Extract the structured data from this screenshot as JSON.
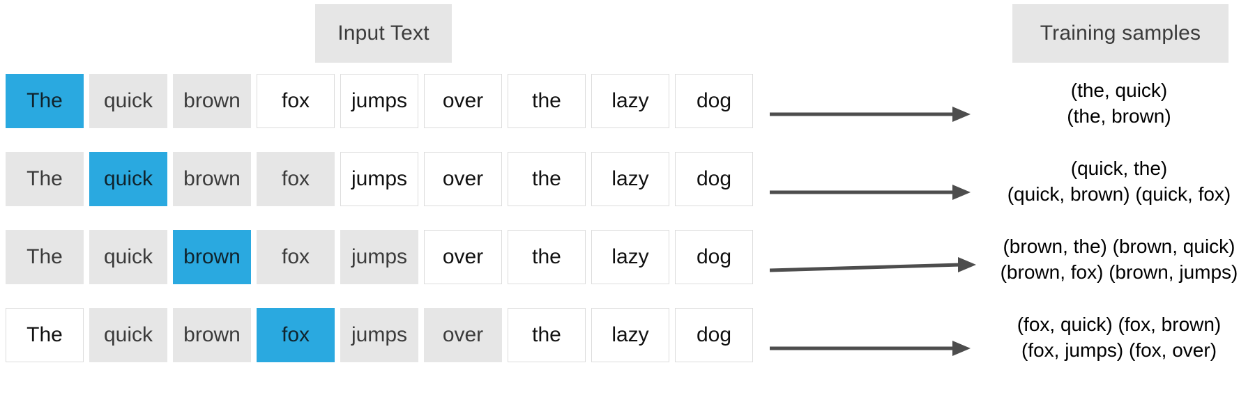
{
  "headers": {
    "input": "Input Text",
    "output": "Training samples"
  },
  "colors": {
    "target_highlight": "#2aa9e0",
    "context_fill": "#e6e6e6",
    "plain_fill": "#ffffff",
    "border": "#dcdcdc",
    "arrow": "#4d4d4d",
    "text": "#111111"
  },
  "sentence": [
    "The",
    "quick",
    "brown",
    "fox",
    "jumps",
    "over",
    "the",
    "lazy",
    "dog"
  ],
  "rows": [
    {
      "target_index": 0,
      "target_word": "The",
      "tokens": [
        {
          "text": "The",
          "state": "target"
        },
        {
          "text": "quick",
          "state": "context"
        },
        {
          "text": "brown",
          "state": "context"
        },
        {
          "text": "fox",
          "state": "plain"
        },
        {
          "text": "jumps",
          "state": "plain"
        },
        {
          "text": "over",
          "state": "plain"
        },
        {
          "text": "the",
          "state": "plain"
        },
        {
          "text": "lazy",
          "state": "plain"
        },
        {
          "text": "dog",
          "state": "plain"
        }
      ],
      "samples_lines": [
        "(the, quick)",
        "(the, brown)"
      ]
    },
    {
      "target_index": 1,
      "target_word": "quick",
      "tokens": [
        {
          "text": "The",
          "state": "context"
        },
        {
          "text": "quick",
          "state": "target"
        },
        {
          "text": "brown",
          "state": "context"
        },
        {
          "text": "fox",
          "state": "context"
        },
        {
          "text": "jumps",
          "state": "plain"
        },
        {
          "text": "over",
          "state": "plain"
        },
        {
          "text": "the",
          "state": "plain"
        },
        {
          "text": "lazy",
          "state": "plain"
        },
        {
          "text": "dog",
          "state": "plain"
        }
      ],
      "samples_lines": [
        "(quick, the)",
        "(quick, brown) (quick, fox)"
      ]
    },
    {
      "target_index": 2,
      "target_word": "brown",
      "tokens": [
        {
          "text": "The",
          "state": "context"
        },
        {
          "text": "quick",
          "state": "context"
        },
        {
          "text": "brown",
          "state": "target"
        },
        {
          "text": "fox",
          "state": "context"
        },
        {
          "text": "jumps",
          "state": "context"
        },
        {
          "text": "over",
          "state": "plain"
        },
        {
          "text": "the",
          "state": "plain"
        },
        {
          "text": "lazy",
          "state": "plain"
        },
        {
          "text": "dog",
          "state": "plain"
        }
      ],
      "samples_lines": [
        "(brown, the) (brown, quick)",
        "(brown, fox) (brown, jumps)"
      ]
    },
    {
      "target_index": 3,
      "target_word": "fox",
      "tokens": [
        {
          "text": "The",
          "state": "plain"
        },
        {
          "text": "quick",
          "state": "context"
        },
        {
          "text": "brown",
          "state": "context"
        },
        {
          "text": "fox",
          "state": "target"
        },
        {
          "text": "jumps",
          "state": "context"
        },
        {
          "text": "over",
          "state": "context"
        },
        {
          "text": "the",
          "state": "plain"
        },
        {
          "text": "lazy",
          "state": "plain"
        },
        {
          "text": "dog",
          "state": "plain"
        }
      ],
      "samples_lines": [
        "(fox, quick) (fox, brown)",
        "(fox, jumps) (fox, over)"
      ]
    }
  ]
}
